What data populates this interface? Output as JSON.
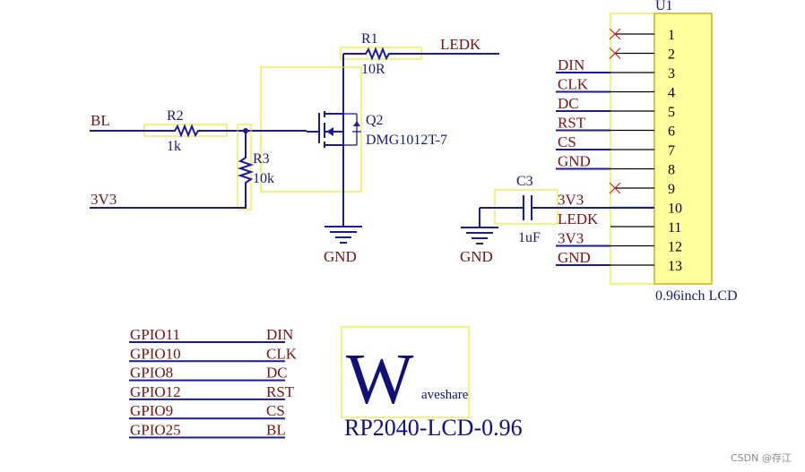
{
  "schematic": {
    "connector": {
      "ref": "U1",
      "value": "0.96inch LCD",
      "pins": [
        {
          "num": "1",
          "net": "",
          "nc": true
        },
        {
          "num": "2",
          "net": "",
          "nc": true
        },
        {
          "num": "3",
          "net": "DIN",
          "nc": false
        },
        {
          "num": "4",
          "net": "CLK",
          "nc": false
        },
        {
          "num": "5",
          "net": "DC",
          "nc": false
        },
        {
          "num": "6",
          "net": "RST",
          "nc": false
        },
        {
          "num": "7",
          "net": "CS",
          "nc": false
        },
        {
          "num": "8",
          "net": "GND",
          "nc": false
        },
        {
          "num": "9",
          "net": "",
          "nc": true
        },
        {
          "num": "10",
          "net": "3V3",
          "nc": false
        },
        {
          "num": "11",
          "net": "LEDK",
          "nc": false
        },
        {
          "num": "12",
          "net": "3V3",
          "nc": false
        },
        {
          "num": "13",
          "net": "GND",
          "nc": false
        }
      ]
    },
    "r1": {
      "ref": "R1",
      "value": "10R",
      "net": "LEDK"
    },
    "r2": {
      "ref": "R2",
      "value": "1k",
      "net": "BL"
    },
    "r3": {
      "ref": "R3",
      "value": "10k",
      "net": "3V3"
    },
    "q2": {
      "ref": "Q2",
      "value": "DMG1012T-7"
    },
    "c3": {
      "ref": "C3",
      "value": "1uF"
    },
    "gnd_labels": [
      "GND",
      "GND"
    ],
    "gpio_map": [
      {
        "gpio": "GPIO11",
        "signal": "DIN"
      },
      {
        "gpio": "GPIO10",
        "signal": "CLK"
      },
      {
        "gpio": "GPIO8",
        "signal": "DC"
      },
      {
        "gpio": "GPIO12",
        "signal": "RST"
      },
      {
        "gpio": "GPIO9",
        "signal": "CS"
      },
      {
        "gpio": "GPIO25",
        "signal": "BL"
      }
    ],
    "logo": {
      "letter": "W",
      "text": "aveshare"
    },
    "board_title": "RP2040-LCD-0.96",
    "watermark": "CSDN @存江"
  },
  "colors": {
    "wire": "#1a1a9e",
    "net": "#7a1010",
    "box": "#e6e600",
    "connector_fill": "#ffff9e",
    "nc_mark": "#e02020"
  }
}
